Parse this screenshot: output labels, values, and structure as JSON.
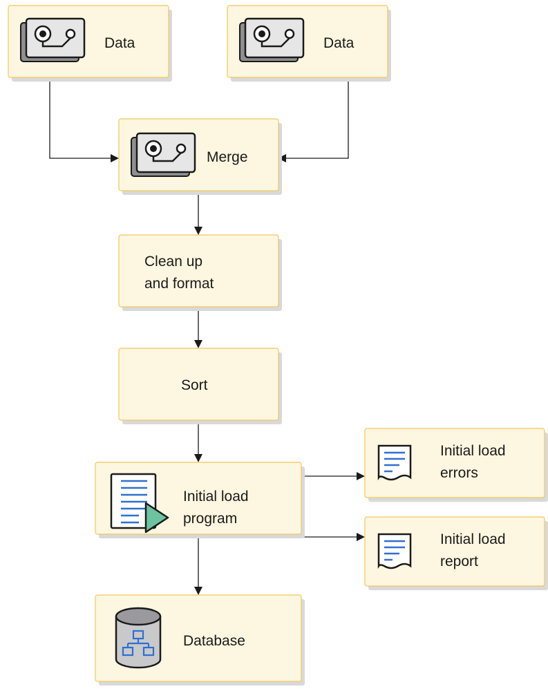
{
  "nodes": {
    "data1": {
      "label": "Data",
      "icon": "tape-reel-icon"
    },
    "data2": {
      "label": "Data",
      "icon": "tape-reel-icon"
    },
    "merge": {
      "label": "Merge",
      "icon": "tape-reel-icon"
    },
    "cleanup": {
      "label_lines": [
        "Clean up",
        "and format"
      ]
    },
    "sort": {
      "label": "Sort"
    },
    "load_program": {
      "label_lines": [
        "Initial load",
        "program"
      ],
      "icon": "program-document-icon"
    },
    "load_errors": {
      "label_lines": [
        "Initial load",
        "errors"
      ],
      "icon": "report-document-icon"
    },
    "load_report": {
      "label_lines": [
        "Initial load",
        "report"
      ],
      "icon": "report-document-icon"
    },
    "database": {
      "label": "Database",
      "icon": "database-cylinder-icon"
    }
  },
  "colors": {
    "box_fill": "#fdf6e0",
    "box_stroke": "#f0c75a",
    "icon_blue": "#2f6fd0",
    "play_green": "#6cc3a0",
    "cylinder_gray": "#c9c9cc"
  }
}
